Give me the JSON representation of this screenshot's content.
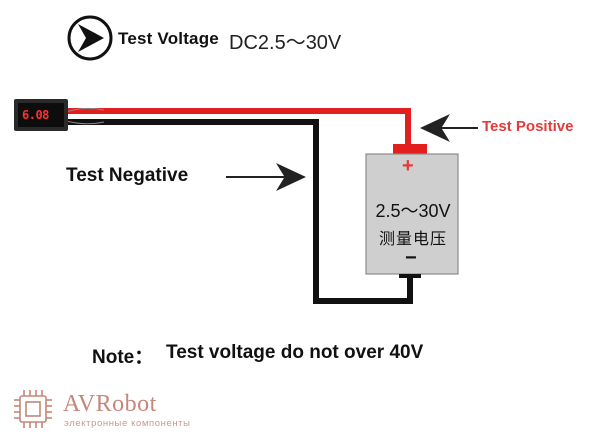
{
  "header": {
    "title": "Test Voltage",
    "range": "DC2.5～30V",
    "icon": "play-arrow-circle-icon"
  },
  "labels": {
    "positive": "Test Positive",
    "negative": "Test Negative"
  },
  "meter": {
    "reading": "6.08",
    "display_color": "#ff3030"
  },
  "battery": {
    "range": "2.5～30V",
    "label_cn": "测量电压",
    "plus": "+",
    "minus": "−",
    "body_color": "#cfcfcf",
    "terminal_color": "#e31e1e"
  },
  "note": {
    "label": "Note：",
    "text": "Test voltage do not over 40V"
  },
  "wires": {
    "positive_color": "#e31e1e",
    "negative_color": "#111111"
  },
  "watermark": {
    "brand": "AVRobot",
    "tagline": "электронные компоненты",
    "icon": "chip-icon",
    "color": "#c4877a"
  }
}
